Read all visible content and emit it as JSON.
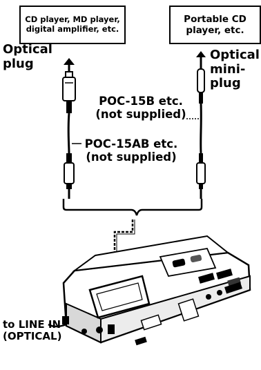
{
  "devices": {
    "left_box": "CD player, MD player, digital amplifier, etc.",
    "right_box": "Portable CD player, etc."
  },
  "plugs": {
    "left": "Optical plug",
    "right": "Optical mini-plug"
  },
  "cables": {
    "poc15b": "POC-15B etc. (not supplied)",
    "poc15ab": "POC-15AB etc. (not supplied)"
  },
  "connection": {
    "to_line_in": "to LINE IN (OPTICAL)"
  }
}
